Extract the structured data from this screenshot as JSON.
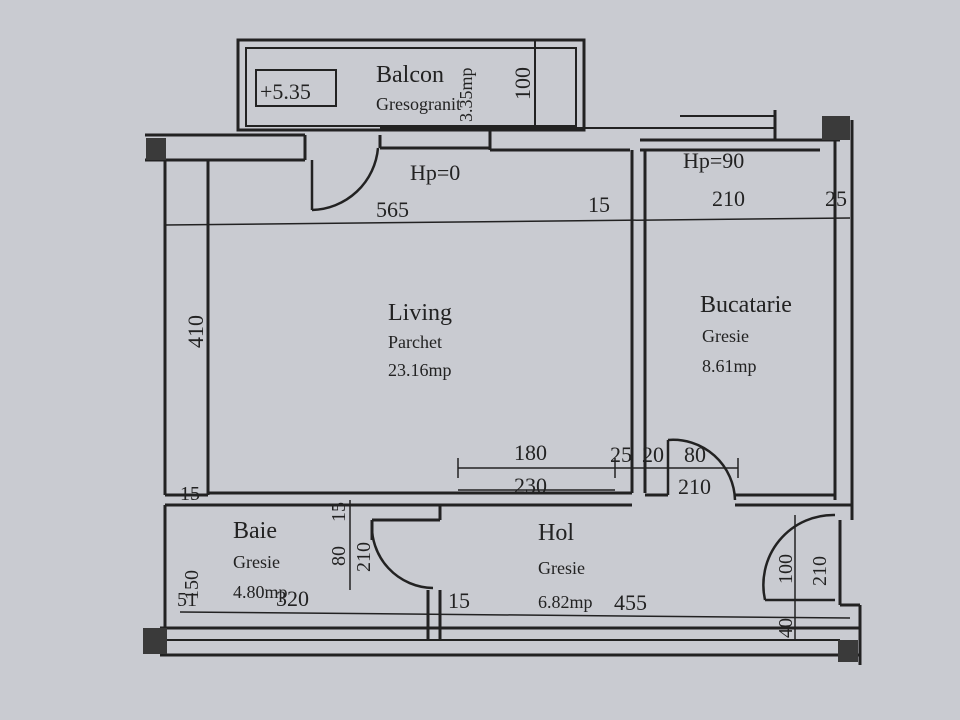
{
  "rooms": {
    "balcon": {
      "name": "Balcon",
      "floor": "Gresogranit",
      "area": "3.35mp",
      "level": "+5.35"
    },
    "living": {
      "name": "Living",
      "floor": "Parchet",
      "area": "23.16mp"
    },
    "bucatarie": {
      "name": "Bucatarie",
      "floor": "Gresie",
      "area": "8.61mp"
    },
    "baie": {
      "name": "Baie",
      "floor": "Gresie",
      "area": "4.80mp"
    },
    "hol": {
      "name": "Hol",
      "floor": "Gresie",
      "area": "6.82mp"
    }
  },
  "labels": {
    "hp_living": "Hp=0",
    "hp_kitchen": "Hp=90"
  },
  "dimensions": {
    "balcony_depth": "100",
    "living_width": "565",
    "living_wall": "15",
    "kitchen_width": "210",
    "kitchen_wall": "25",
    "living_height": "410",
    "corr_180": "180",
    "corr_230": "230",
    "corr_25": "25",
    "corr_20": "20",
    "door_80": "80",
    "door_210": "210",
    "wall_15_left": "15",
    "bath_80": "80",
    "bath_15": "15",
    "bath_210": "210",
    "bath_150": "150",
    "bath_51": "51",
    "bath_width": "320",
    "hol_wall": "15",
    "hol_width": "455",
    "entry_100": "100",
    "entry_210": "210",
    "entry_40": "40"
  }
}
